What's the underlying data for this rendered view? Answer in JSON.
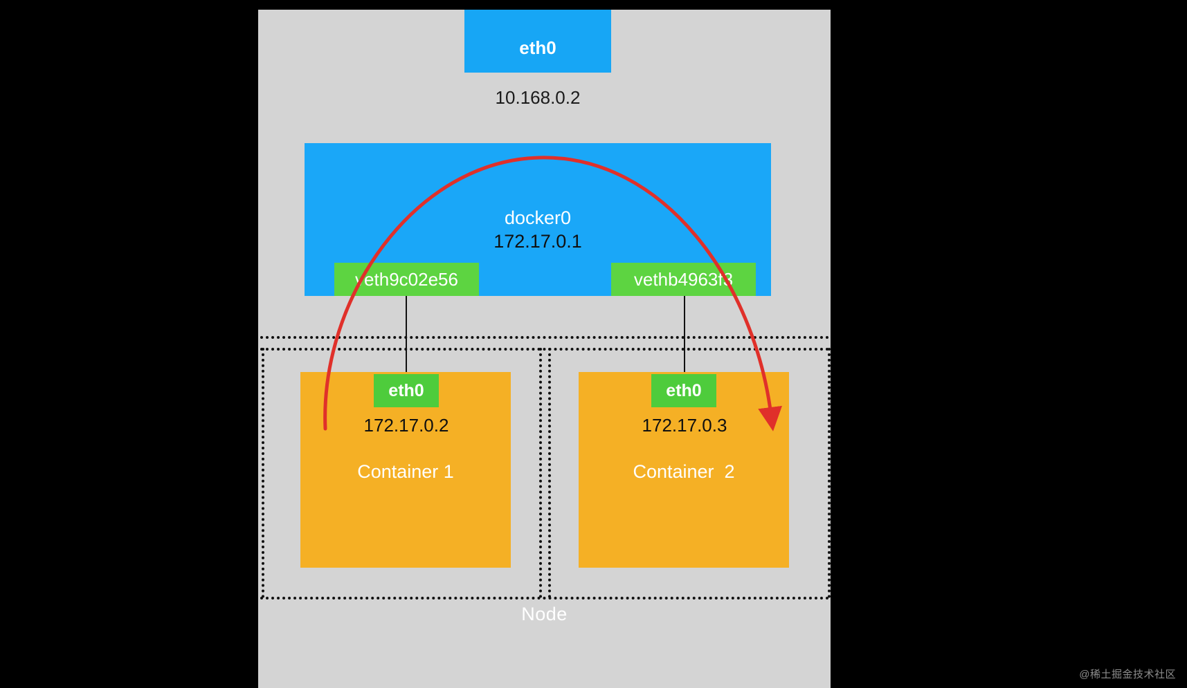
{
  "node": {
    "label": "Node",
    "panel_color": "#d4d4d4"
  },
  "host": {
    "eth0_label": "eth0",
    "eth0_ip": "10.168.0.2",
    "eth0_color": "#17a6f5"
  },
  "bridge": {
    "name": "docker0",
    "ip": "172.17.0.1",
    "color": "#1aa7f8",
    "ports": [
      {
        "label": "veth9c02e56",
        "color": "#5dd441"
      },
      {
        "label": "vethb4963f3",
        "color": "#5dd441"
      }
    ]
  },
  "containers": [
    {
      "name": "Container 1",
      "iface_label": "eth0",
      "ip": "172.17.0.2",
      "color": "#f5b025",
      "iface_color": "#4ecc3c"
    },
    {
      "name": "Container  2",
      "iface_label": "eth0",
      "ip": "172.17.0.3",
      "color": "#f5b025",
      "iface_color": "#4ecc3c"
    }
  ],
  "traffic_arrow": {
    "color": "#e0302a",
    "from": "Container 1",
    "to": "Container  2"
  },
  "watermark": {
    "text": "@稀土掘金技术社区"
  }
}
